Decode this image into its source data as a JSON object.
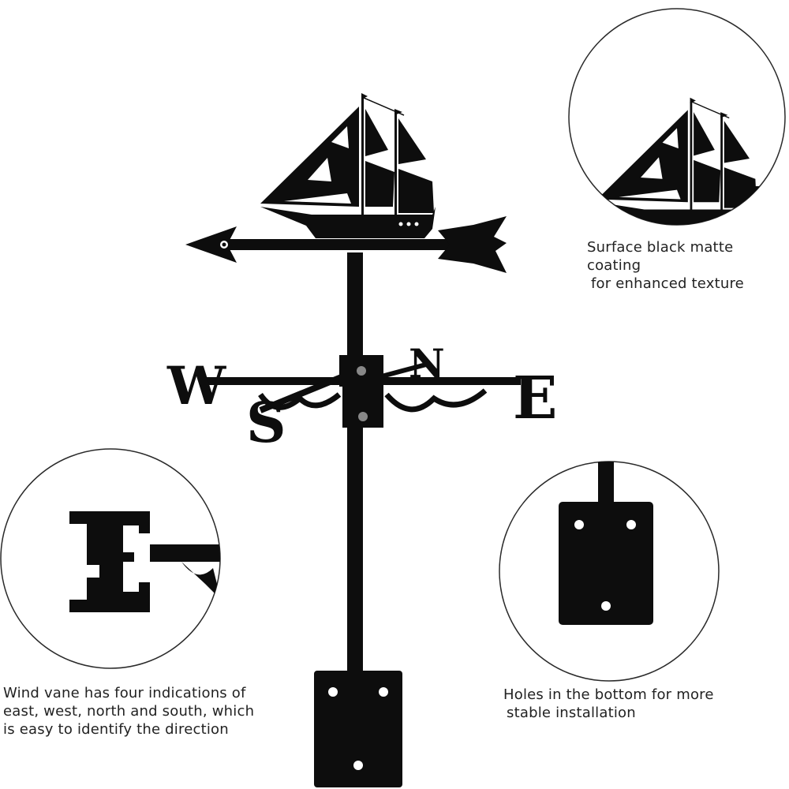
{
  "compass": {
    "north": "N",
    "south": "S",
    "east": "E",
    "west": "W"
  },
  "captions": {
    "coating": [
      "Surface black matte coating",
      "for enhanced texture"
    ],
    "direction": [
      "Wind vane has four indications of",
      "east, west, north and south, which",
      "is easy to identify the direction"
    ],
    "holes": [
      "Holes in the bottom for more",
      "stable installation"
    ]
  },
  "colors": {
    "metal": "#0d0d0d",
    "background": "#ffffff",
    "circle_border": "#2a2a2a"
  }
}
